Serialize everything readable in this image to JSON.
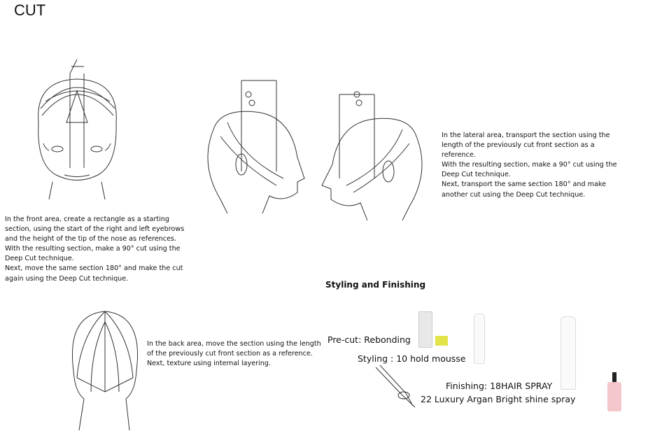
{
  "title": "CUT",
  "front_text": [
    "In the front area, create a rectangle as a starting",
    "section, using the start of the right and left eyebrows",
    "and the height of the tip of the nose as references.",
    "With the resulting section, make a 90° cut using the",
    "Deep Cut technique.",
    "Next, move the same section 180° and make the cut",
    "again using the Deep Cut technique."
  ],
  "lateral_text": [
    "In the lateral area, transport the section using the",
    "length of the previously cut front section as a",
    "reference.",
    "With the resulting section, make a 90° cut using the",
    "Deep Cut technique.",
    "Next, transport the same section 180° and make",
    "another cut using the Deep Cut technique."
  ],
  "back_text": [
    "In the back area, move the section using the length",
    "of the previously cut front section as a reference.",
    "Next, texture using internal layering."
  ],
  "styling": {
    "heading": "Styling and Finishing",
    "precut": "Pre-cut: Rebonding",
    "styling": "Styling : 10 hold mousse",
    "finishing1": "Finishing: 18HAIR SPRAY",
    "finishing2": "22 Luxury Argan Bright shine spray"
  },
  "colors": {
    "pad": "#e3e34a",
    "bottle_pink": "#f3c7cc",
    "cap_black": "#222222"
  }
}
